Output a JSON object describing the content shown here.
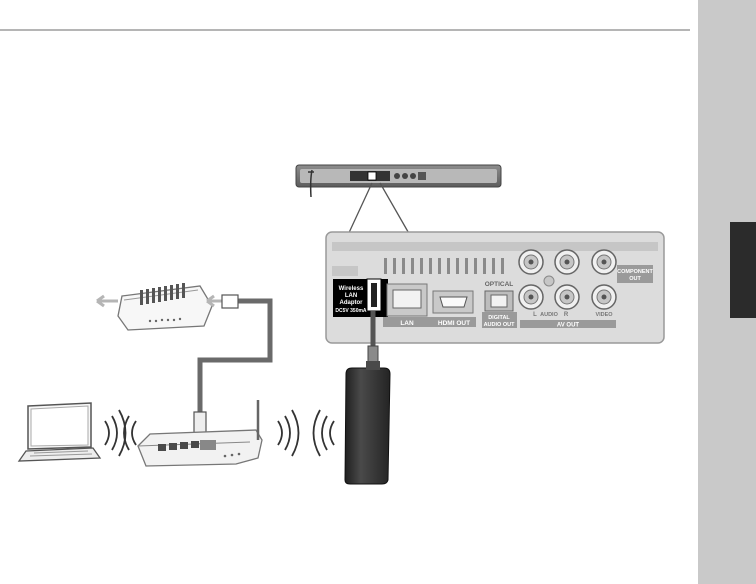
{
  "adapter": {
    "line1": "Wireless",
    "line2": "LAN",
    "line3": "Adaptor",
    "rating": "DC5V 350mA"
  },
  "ports": {
    "lan": "LAN",
    "hdmi": "HDMI OUT",
    "optical": "OPTICAL",
    "digital_audio_line1": "DIGITAL",
    "digital_audio_line2": "AUDIO OUT",
    "component_line1": "COMPONENT",
    "component_line2": "OUT",
    "av_out": "AV OUT",
    "audio": "AUDIO",
    "video": "VIDEO",
    "audio_left": "L",
    "audio_right": "R"
  },
  "colors": {
    "panel": "#dcdcdc",
    "panel_stroke": "#9a9a9a",
    "label_bg": "#9a9a9a",
    "side_strip": "#c9c9c9",
    "side_tab": "#2b2b2b",
    "adapter": "#2f2f2f"
  }
}
